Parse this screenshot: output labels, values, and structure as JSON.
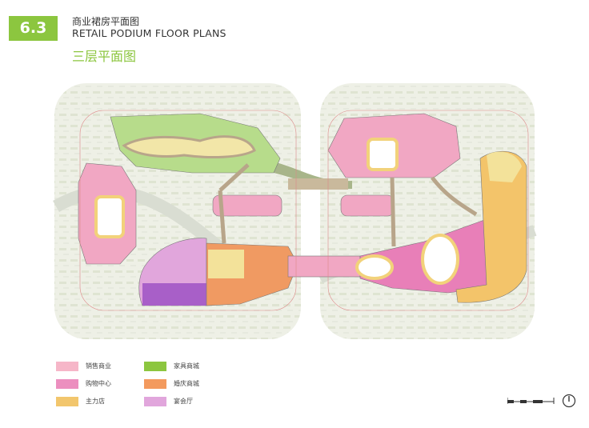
{
  "header": {
    "section_number": "6.3",
    "title_cn": "商业裙房平面图",
    "title_en": "RETAIL PODIUM FLOOR PLANS",
    "floor_title": "三层平面图"
  },
  "legend": [
    {
      "label": "销售商业",
      "color": "#f6b6c8"
    },
    {
      "label": "家具商城",
      "color": "#8cc63f"
    },
    {
      "label": "购物中心",
      "color": "#ec8fbf"
    },
    {
      "label": "婚庆商城",
      "color": "#f39a5e"
    },
    {
      "label": "主力店",
      "color": "#f2c66d"
    },
    {
      "label": "宴会厅",
      "color": "#e1a6dc"
    }
  ],
  "colors": {
    "accent": "#8cc63f",
    "retail": "#f1a7c3",
    "furniture": "#b7dc8b",
    "mall": "#e87fb8",
    "wedding": "#f09a62",
    "anchor": "#f3c46a",
    "banquet": "#b77ad1",
    "corridor": "#b8a58a"
  }
}
